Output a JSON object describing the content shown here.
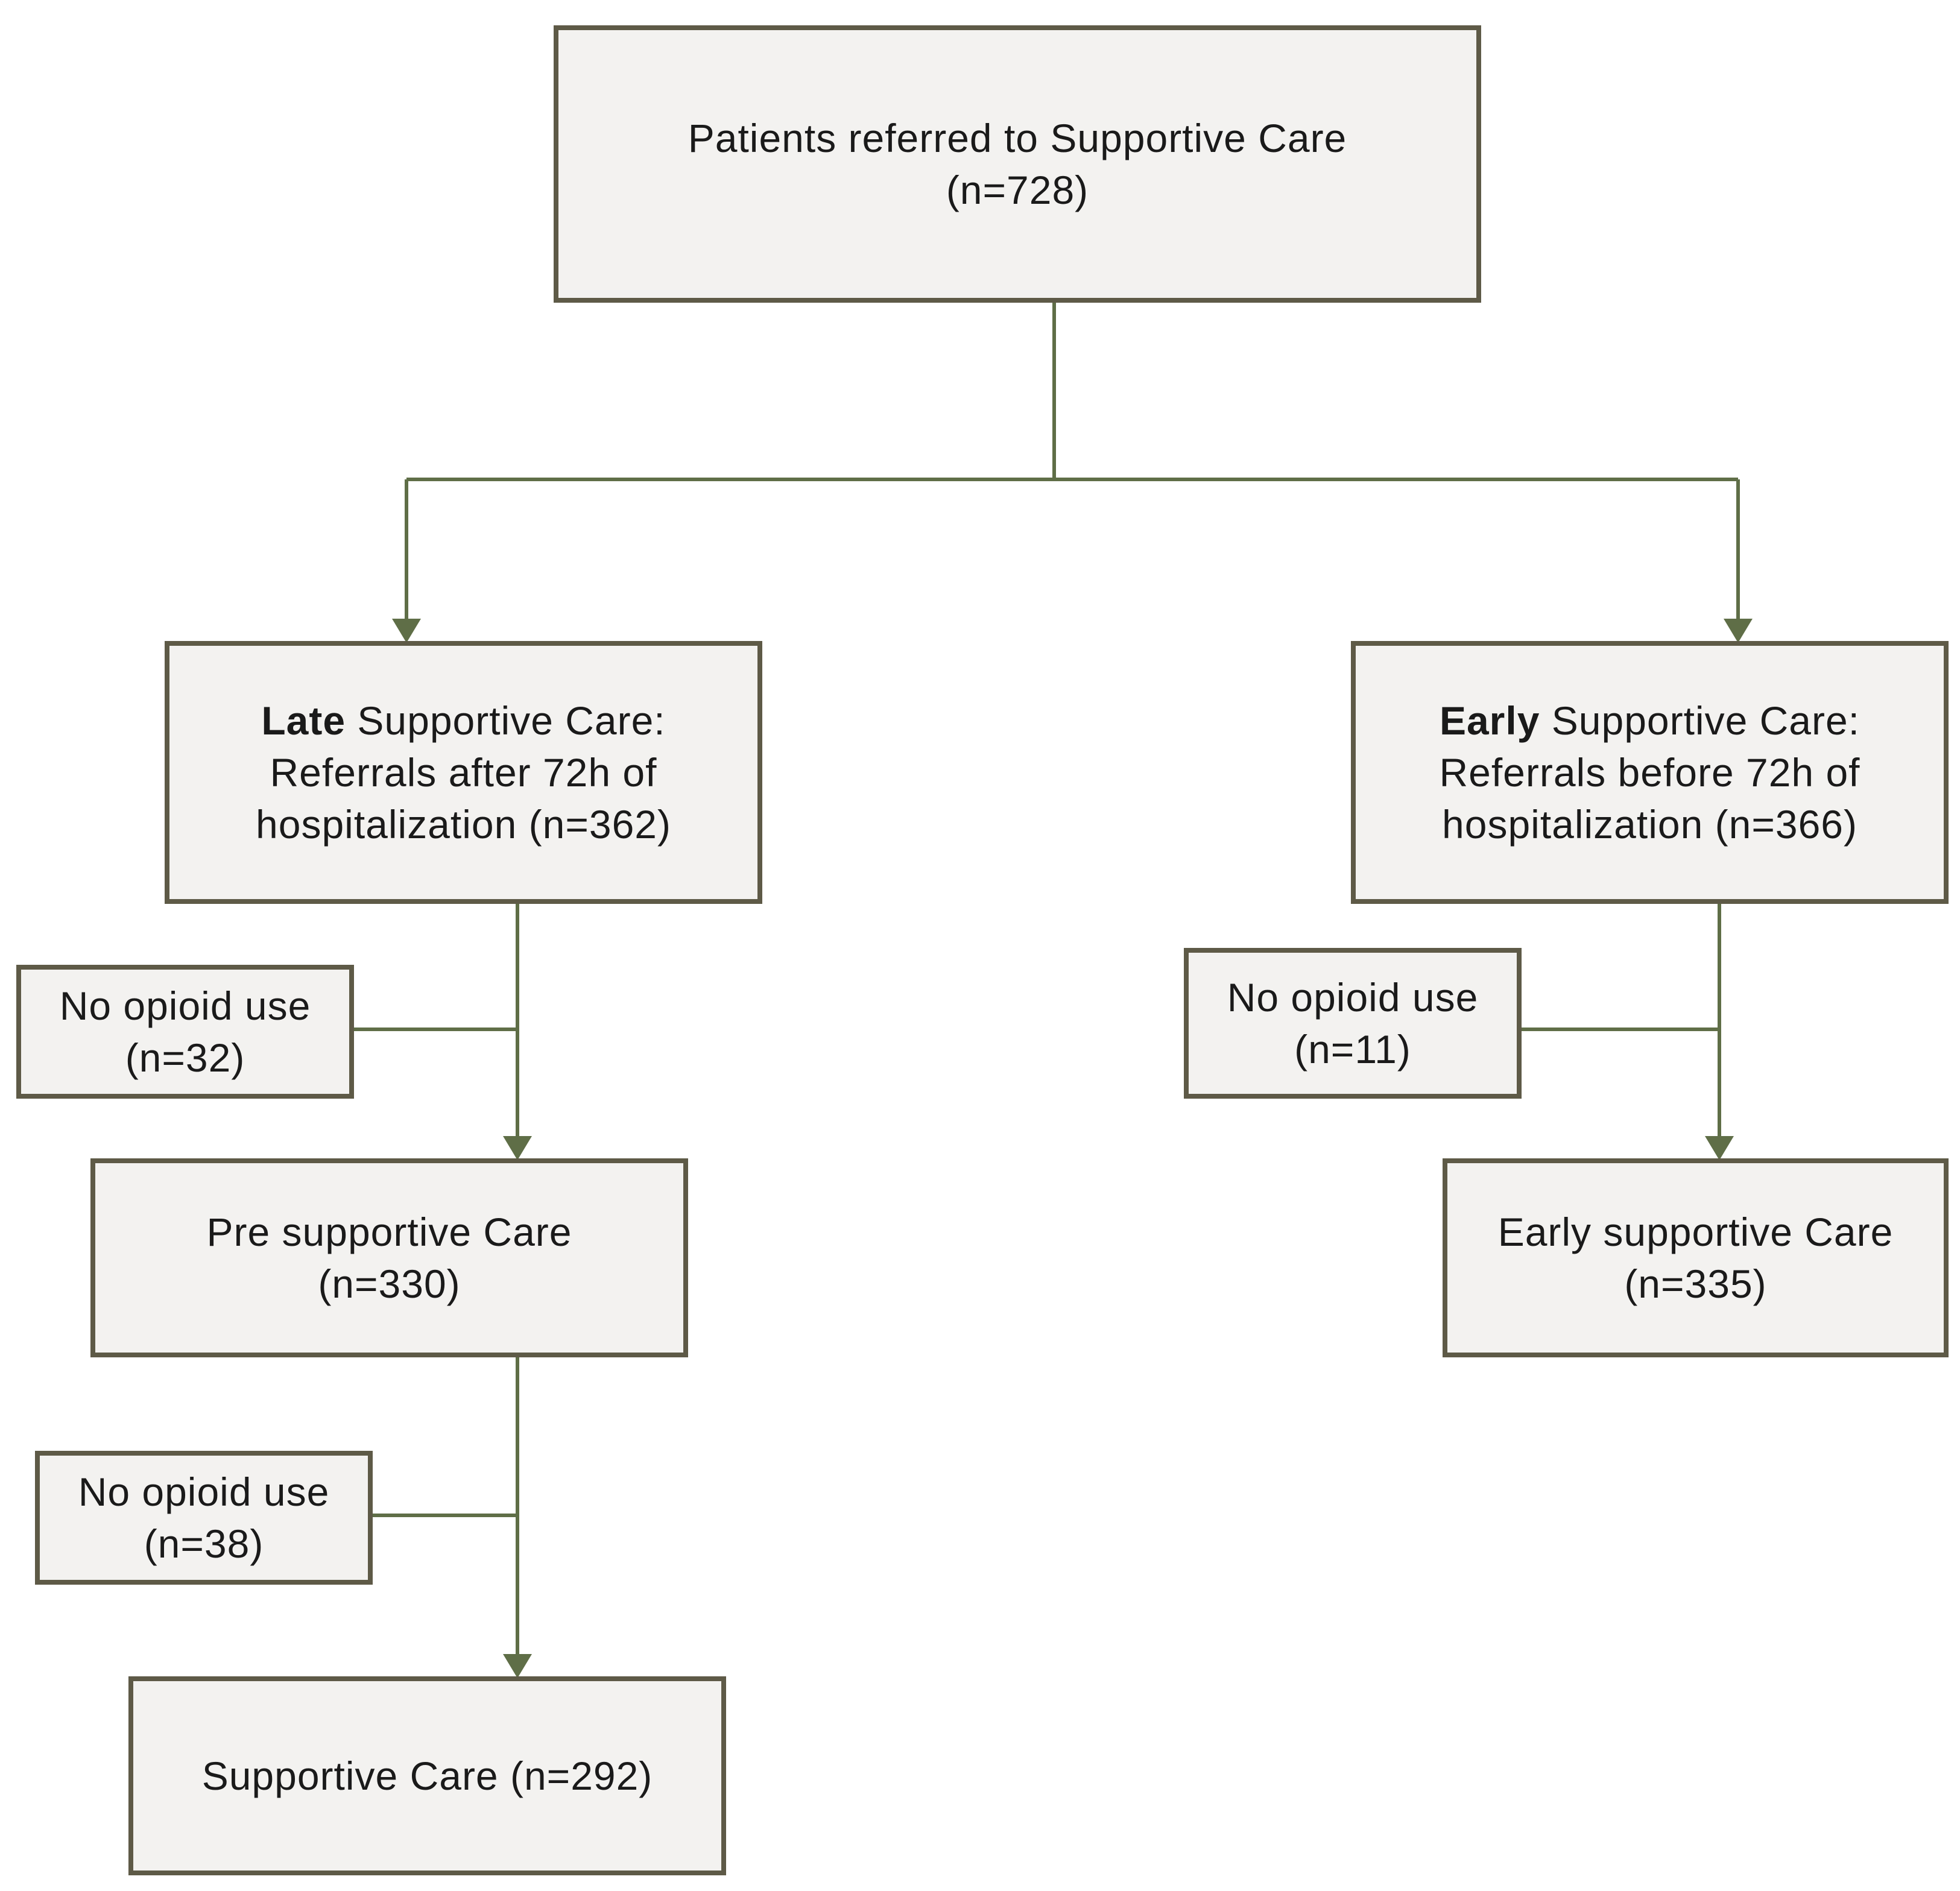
{
  "colors": {
    "box_fill": "#f3f2f0",
    "box_border": "#5e5a47",
    "connector": "#5f6e47",
    "text": "#1a1a1a"
  },
  "nodes": {
    "root": {
      "line1": "Patients referred to Supportive Care",
      "line2": "(n=728)"
    },
    "late": {
      "bold": "Late",
      "line1_rest": " Supportive Care:",
      "line2": "Referrals after 72h of",
      "line3": "hospitalization (n=362)"
    },
    "early": {
      "bold": "Early",
      "line1_rest": " Supportive Care:",
      "line2": "Referrals before 72h of",
      "line3": "hospitalization (n=366)"
    },
    "exclusion_late_1": {
      "line1": "No opioid use",
      "line2": "(n=32)"
    },
    "exclusion_early": {
      "line1": "No opioid use",
      "line2": "(n=11)"
    },
    "pre_supportive": {
      "line1": "Pre supportive Care",
      "line2": "(n=330)"
    },
    "early_supportive": {
      "line1": "Early supportive Care",
      "line2": "(n=335)"
    },
    "exclusion_late_2": {
      "line1": "No opioid use",
      "line2": "(n=38)"
    },
    "final": {
      "line1": "Supportive Care (n=292)"
    }
  }
}
